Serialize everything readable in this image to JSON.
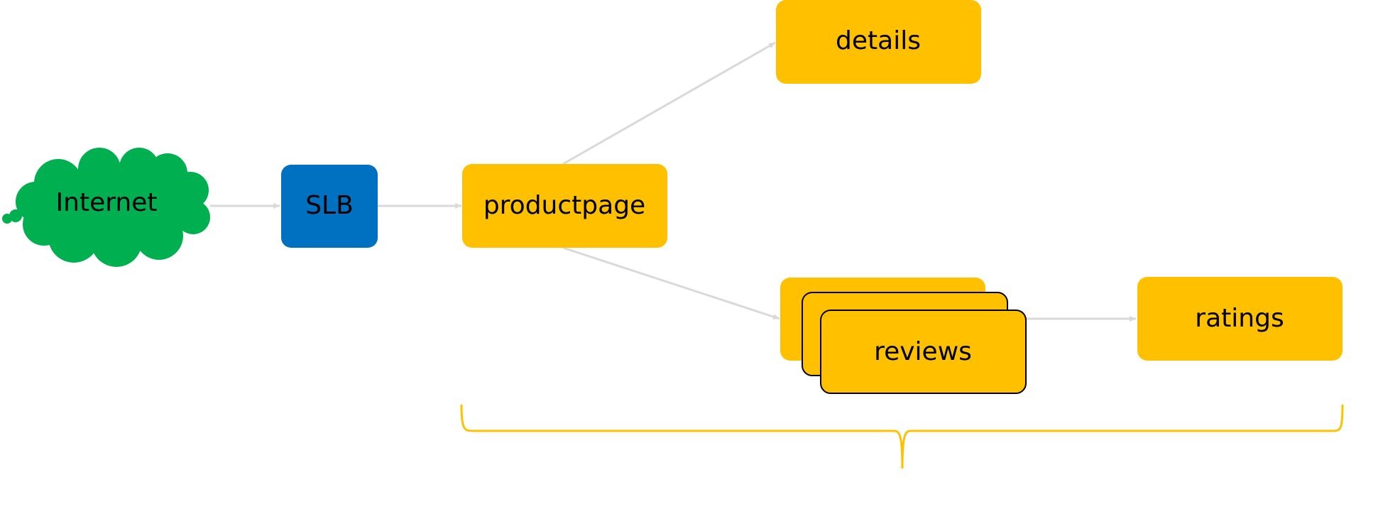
{
  "nodes": {
    "internet": {
      "label": "Internet",
      "color": "#00b050"
    },
    "slb": {
      "label": "SLB",
      "color": "#0070c0"
    },
    "productpage": {
      "label": "productpage",
      "color": "#ffc000"
    },
    "details": {
      "label": "details",
      "color": "#ffc000"
    },
    "reviews": {
      "label": "reviews",
      "color": "#ffc000"
    },
    "ratings": {
      "label": "ratings",
      "color": "#ffc000"
    }
  },
  "colors": {
    "connector": "#d9d9d9",
    "brace": "#ffc000",
    "replica_border": "#000000"
  }
}
